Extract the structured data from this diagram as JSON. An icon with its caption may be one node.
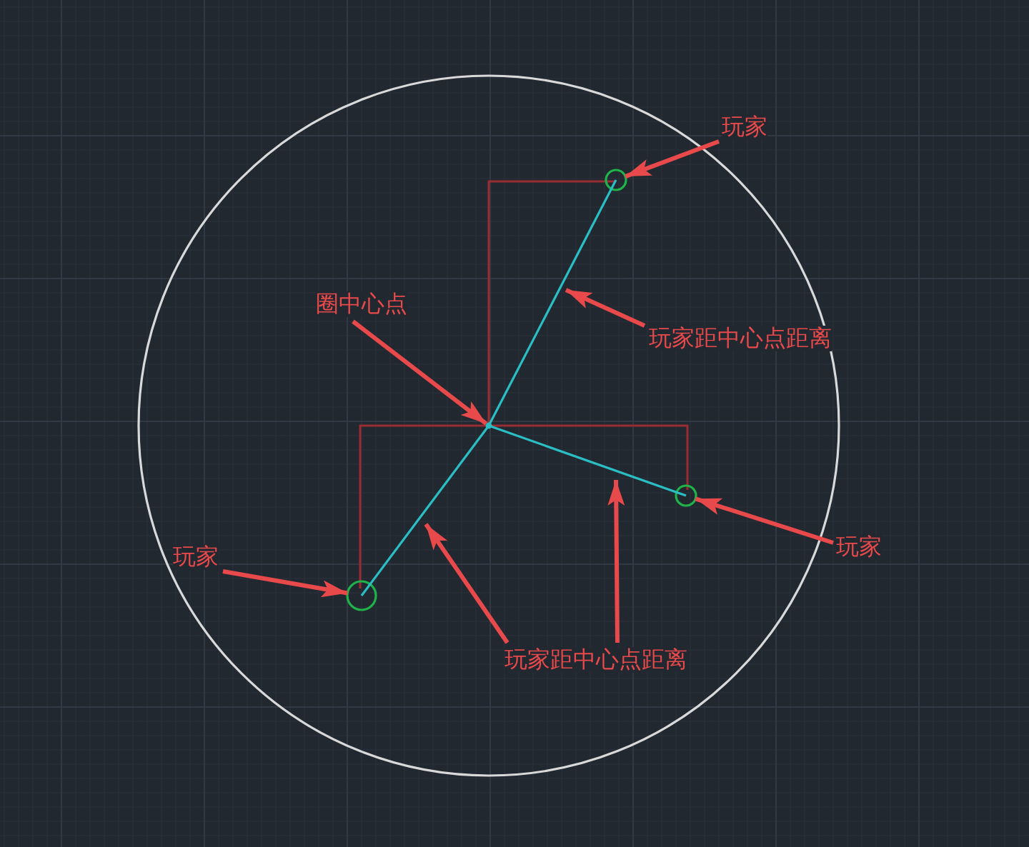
{
  "diagram": {
    "nodes": [
      {
        "text": [
          "玩家"
        ]
      },
      {
        "text": [],
        "shape": "circle"
      },
      {
        "text": [
          "圈中心点"
        ]
      },
      {
        "text": [],
        "shape": "dot"
      },
      {
        "text": [
          "玩家距中心点距离"
        ]
      },
      {
        "text": [],
        "shape": "line"
      },
      {
        "text": [
          "玩家"
        ]
      },
      {
        "text": [],
        "shape": "circle"
      },
      {
        "text": [],
        "shape": "line"
      },
      {
        "text": [
          "玩家"
        ]
      },
      {
        "text": [],
        "shape": "circle"
      },
      {
        "text": [],
        "shape": "line"
      },
      {
        "text": [
          "玩家距中心点距离"
        ]
      }
    ],
    "edges": [
      {
        "from": 0,
        "to": 1,
        "arrow": "to"
      },
      {
        "from": 2,
        "to": 3,
        "arrow": "to"
      },
      {
        "from": 4,
        "to": 5,
        "arrow": "to"
      },
      {
        "from": 6,
        "to": 7,
        "arrow": "to"
      },
      {
        "from": 9,
        "to": 10,
        "arrow": "to"
      },
      {
        "from": 12,
        "to": 11,
        "arrow": "to"
      },
      {
        "from": 12,
        "to": 8,
        "arrow": "to"
      }
    ]
  }
}
